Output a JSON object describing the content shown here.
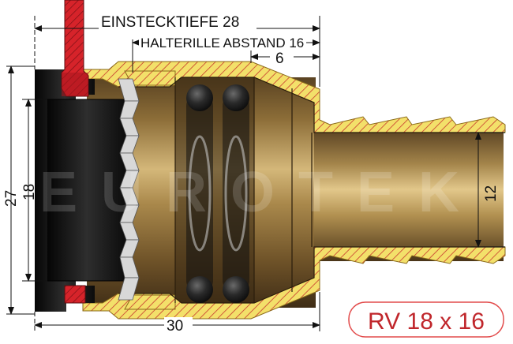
{
  "dimensions": {
    "insertion_depth": "EINSTECKTIEFE 28",
    "groove_distance": "HALTERILLE ABSTAND 16",
    "six": "6",
    "outer_diameter": "27",
    "inner_diameter": "18",
    "hose_diameter": "12",
    "length": "30"
  },
  "watermark": "EUROTEK",
  "badge": {
    "label": "RV 18 x 16"
  },
  "colors": {
    "brass": "#a8884a",
    "brass_section": "#f3e06a",
    "hatch": "#b8302a",
    "collet": "#151515",
    "red_tab": "#d6232a",
    "badge_border": "#e24b4b",
    "badge_text": "#c0262b"
  }
}
